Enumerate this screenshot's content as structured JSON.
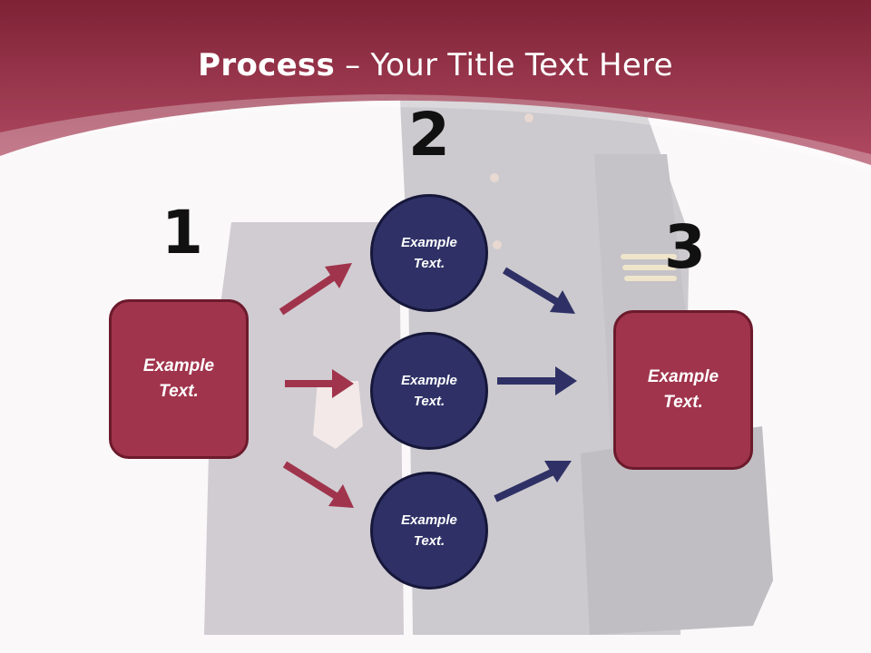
{
  "title": {
    "bold": "Process",
    "separator": " – ",
    "rest": "Your Title Text Here"
  },
  "steps": {
    "one": "1",
    "two": "2",
    "three": "3"
  },
  "left_box": {
    "line1": "Example",
    "line2": "Text."
  },
  "circles": [
    {
      "line1": "Example",
      "line2": "Text."
    },
    {
      "line1": "Example",
      "line2": "Text."
    },
    {
      "line1": "Example",
      "line2": "Text."
    }
  ],
  "right_box": {
    "line1": "Example",
    "line2": "Text."
  },
  "colors": {
    "header": "#a43a52",
    "box_fill": "#a0344c",
    "circle_fill": "#2f3166",
    "arrow_left": "#a0344c",
    "arrow_right": "#2f3166"
  }
}
